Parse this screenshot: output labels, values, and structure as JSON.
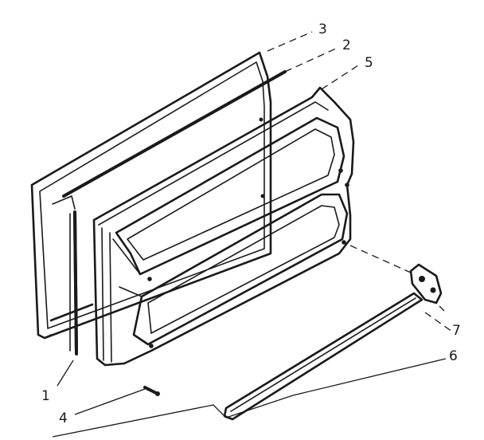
{
  "diagram": {
    "callouts": [
      {
        "id": "1",
        "label": "1"
      },
      {
        "id": "2",
        "label": "2"
      },
      {
        "id": "3",
        "label": "3"
      },
      {
        "id": "4",
        "label": "4"
      },
      {
        "id": "5",
        "label": "5"
      },
      {
        "id": "6",
        "label": "6"
      },
      {
        "id": "7",
        "label": "7"
      }
    ],
    "parts": [
      {
        "callout": "3",
        "name": "outer-door-panel"
      },
      {
        "callout": "2",
        "name": "door-seal-gasket"
      },
      {
        "callout": "5",
        "name": "inner-door-liner"
      },
      {
        "callout": "1",
        "name": "breaker-strip"
      },
      {
        "callout": "4",
        "name": "screw"
      },
      {
        "callout": "7",
        "name": "shelf-bracket"
      },
      {
        "callout": "6",
        "name": "shelf-rail"
      }
    ],
    "line_color": "#1a1a1a",
    "background_color": "#ffffff"
  }
}
